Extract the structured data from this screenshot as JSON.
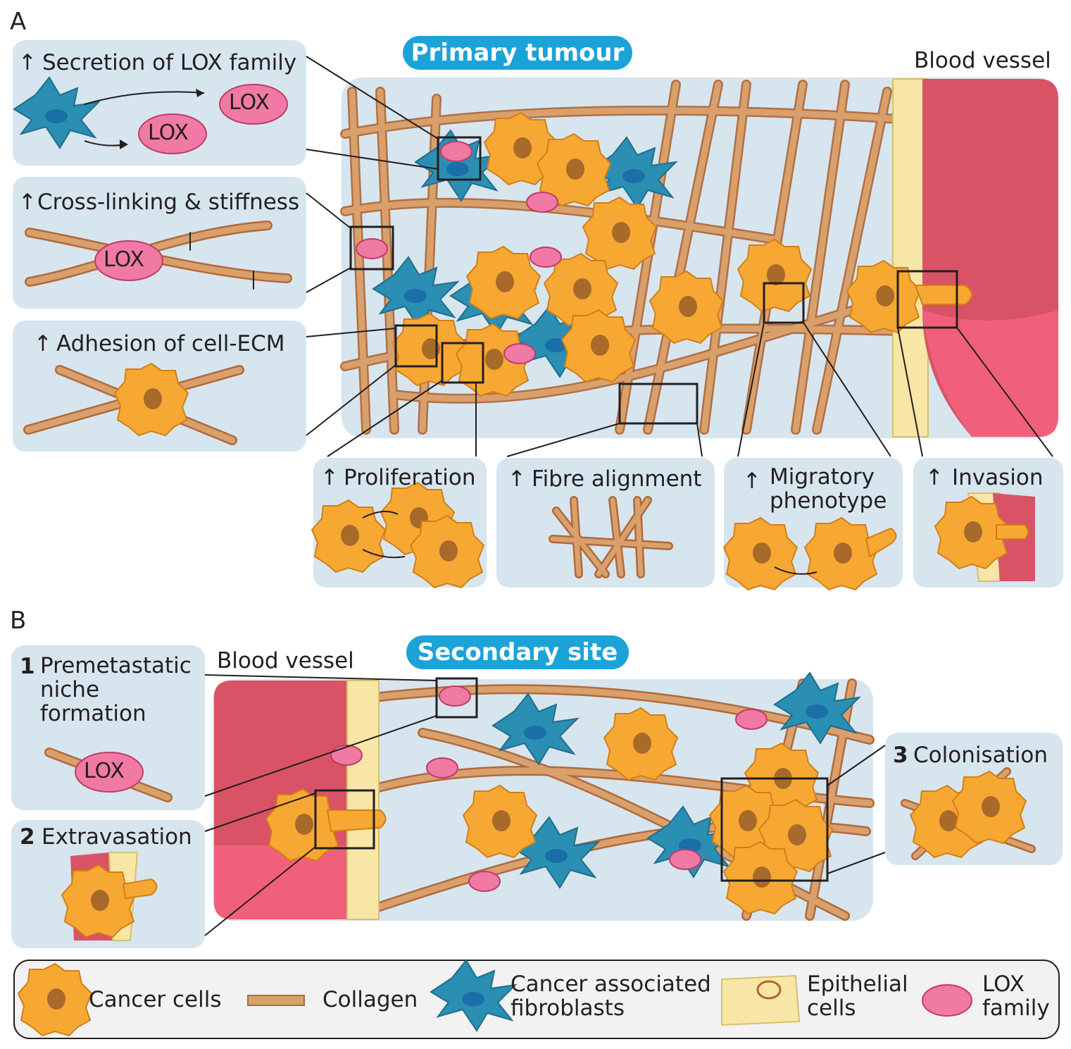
{
  "panel_a": {
    "letter": "A",
    "title": "Primary tumour",
    "blood_vessel": "Blood vessel",
    "up_arrow": "↑",
    "callouts": {
      "secretion": "Secretion of LOX family",
      "crosslinking": "Cross-linking & stiffness",
      "adhesion": "Adhesion of cell-ECM",
      "proliferation": "Proliferation",
      "fibre_alignment": "Fibre alignment",
      "migratory_line1": "Migratory",
      "migratory_line2": "phenotype",
      "invasion": "Invasion"
    },
    "lox_label": "LOX"
  },
  "panel_b": {
    "letter": "B",
    "title": "Secondary site",
    "blood_vessel": "Blood vessel",
    "steps": {
      "step1_num": "1",
      "step1_line1": "Premetastatic",
      "step1_line2": "niche",
      "step1_line3": "formation",
      "step2_num": "2",
      "step2_label": "Extravasation",
      "step3_num": "3",
      "step3_label": "Colonisation"
    },
    "lox_label": "LOX"
  },
  "legend": {
    "cancer_cells": "Cancer cells",
    "collagen": "Collagen",
    "caf_line1": "Cancer associated",
    "caf_line2": "fibroblasts",
    "epi_line1": "Epithelial",
    "epi_line2": "cells",
    "lox_line1": "LOX",
    "lox_line2": "family"
  },
  "colors": {
    "panel_bg": "#d7e5ef",
    "title_blue": "#1ba3d8",
    "cancer_orange": "#f7a833",
    "nucleus_brown": "#a86a2a",
    "collagen": "#d9a06b",
    "collagen_edge": "#b06a3c",
    "caf_teal": "#2a8fb2",
    "lox_pink": "#f07aa3",
    "vessel_red": "#d95366",
    "epithelial_yellow": "#f8e6a6"
  }
}
